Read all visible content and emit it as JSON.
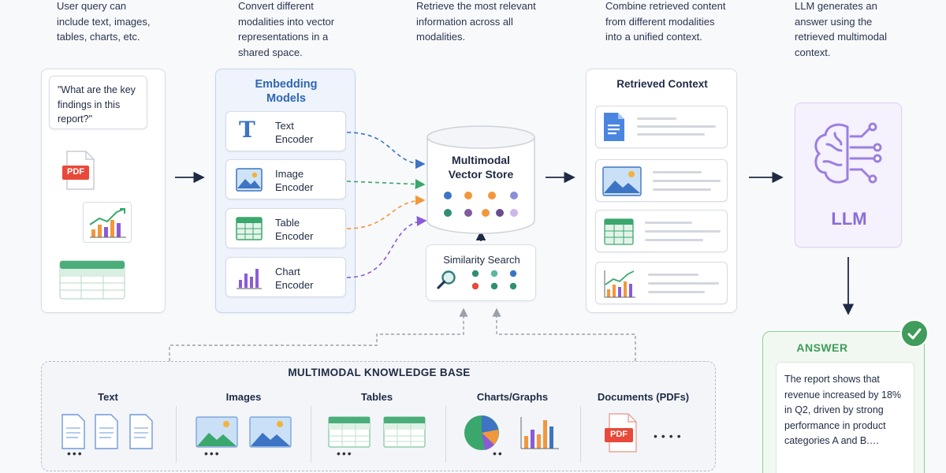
{
  "steps": {
    "input_desc": "User query can\ninclude text, images,\ntables, charts, etc.",
    "embed_desc": "Convert different\nmodalities into vector\nrepresentations in a\nshared space.",
    "retrieve_desc": "Retrieve the most relevant\ninformation across all\nmodalities.",
    "combine_desc": "Combine retrieved content\nfrom different modalities\ninto a unified context.",
    "llm_desc": "LLM generates an\nanswer using the\nretrieved multimodal\ncontext."
  },
  "query": {
    "text": "\"What are the key\nfindings in this\nreport?\"",
    "pdf_label": "PDF"
  },
  "embedding": {
    "title": "Embedding\nModels",
    "encoders": [
      {
        "label": "Text\nEncoder",
        "icon": "text-t-icon"
      },
      {
        "label": "Image\nEncoder",
        "icon": "image-icon"
      },
      {
        "label": "Table\nEncoder",
        "icon": "table-icon"
      },
      {
        "label": "Chart\nEncoder",
        "icon": "bar-chart-icon"
      }
    ]
  },
  "vector_store": {
    "title": "Multimodal\nVector Store"
  },
  "similarity": {
    "title": "Similarity Search"
  },
  "context": {
    "title": "Retrieved Context"
  },
  "llm": {
    "label": "LLM"
  },
  "answer": {
    "title": "ANSWER",
    "text": "The report shows that\nrevenue increased by 18%\nin Q2, driven by strong\nperformance in product\ncategories A and B.…"
  },
  "knowledge_base": {
    "title": "MULTIMODAL KNOWLEDGE BASE",
    "columns": [
      "Text",
      "Images",
      "Tables",
      "Charts/Graphs",
      "Documents (PDFs)"
    ],
    "pdf_label": "PDF"
  },
  "colors": {
    "navy": "#1f2a44",
    "blue": "#3d74c4",
    "green": "#3aa76d",
    "orange": "#f2973b",
    "purple": "#8a5bd6",
    "answer_green": "#3f9c5a"
  }
}
